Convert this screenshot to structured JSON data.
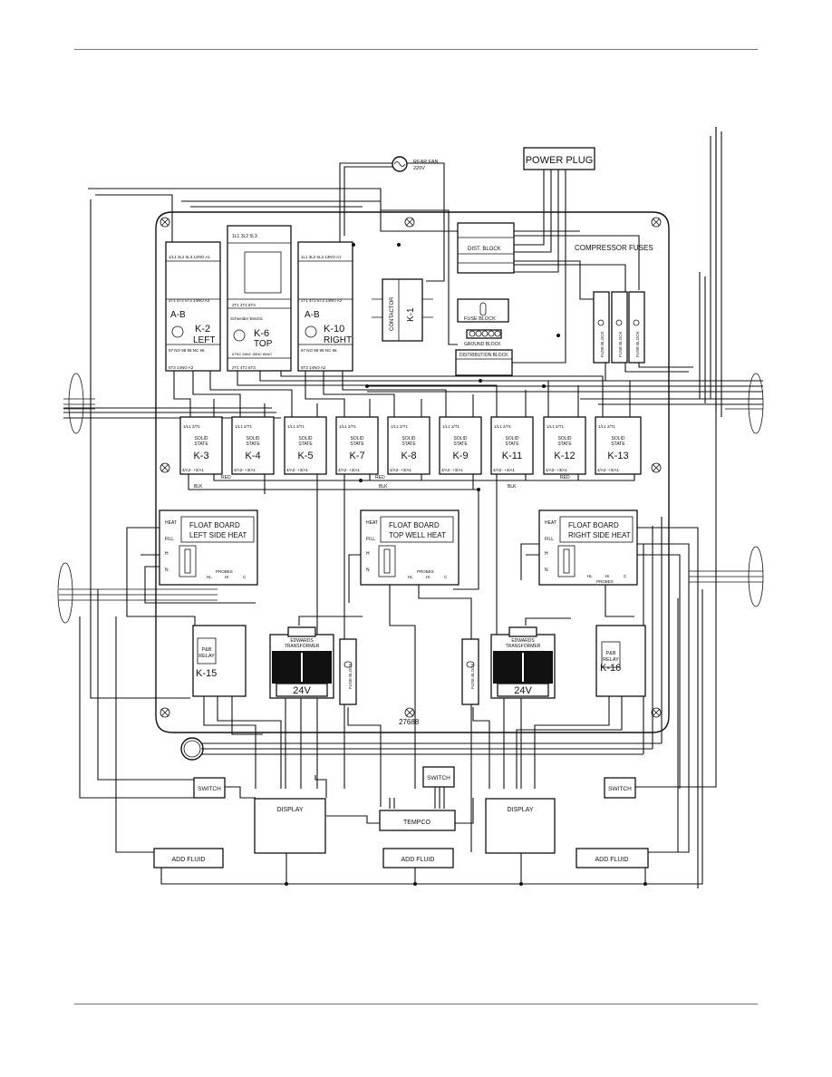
{
  "labels": {
    "power_plug": "POWER PLUG",
    "rear_fan_1": "REAR FAN",
    "rear_fan_2": "220V",
    "compressor_fuses": "COMPRESSOR FUSES",
    "dist_block": "DIST. BLOCK",
    "contactor": "CONTACTOR",
    "k1": "K-1",
    "fuse_block": "FUSE BLOCK",
    "ground_block": "GROUND BLOCK",
    "distribution_block": "DISTRIBUTION BLOCK",
    "fuse_block_vertical": "FUSE BLOCK",
    "drawing_number": "27688"
  },
  "contactors": [
    {
      "ab": "A-B",
      "name": "K-2",
      "side": "LEFT",
      "top_terms": "1/L1 3L2 5L3 13NO A1",
      "mid_terms": "2T1 4T2 6T3 14NO A2",
      "bot_terms": "97 NO 98 95 NC 96",
      "foot_terms": "6T3 14NO A2"
    },
    {
      "ab": "",
      "name": "K-6",
      "side": "TOP",
      "top_terms": "1L1 3L2 5L3",
      "mid_terms": "2T1 4T2 6T3",
      "bot_terms": "67NC 68NC 85NC 86NC",
      "foot_terms": "2T1 4T2 6T3",
      "brand": "Schneider Electric"
    },
    {
      "ab": "A-B",
      "name": "K-10",
      "side": "RIGHT",
      "top_terms": "1L1 3L2 5L3 13NO A1",
      "mid_terms": "2T1 4T2 6T3 14NO A2",
      "bot_terms": "97 NO 98 95 NC 96",
      "foot_terms": "6T3 14NO A2"
    }
  ],
  "solid_state_relays": [
    {
      "name": "K-3",
      "line1": "SOLID",
      "line2": "STATE",
      "top": "1/L1 2/T1",
      "bottom": "4/A2- +3/A1"
    },
    {
      "name": "K-4",
      "line1": "SOLID",
      "line2": "STATE",
      "top": "1/L1 2/T1",
      "bottom": "4/A2- +3/A1"
    },
    {
      "name": "K-5",
      "line1": "SOLID",
      "line2": "STATE",
      "top": "1/L1 2/T1",
      "bottom": "4/A2- +3/A1"
    },
    {
      "name": "K-7",
      "line1": "SOLID",
      "line2": "STATE",
      "top": "1/L1 2/T1",
      "bottom": "4/A2- +3/A1"
    },
    {
      "name": "K-8",
      "line1": "SOLID",
      "line2": "STATE",
      "top": "1/L1 2/T1",
      "bottom": "4/A2- +3/A1"
    },
    {
      "name": "K-9",
      "line1": "SOLID",
      "line2": "STATE",
      "top": "1/L1 2/T1",
      "bottom": "4/A2- +3/A1"
    },
    {
      "name": "K-11",
      "line1": "SOLID",
      "line2": "STATE",
      "top": "1/L1 2/T1",
      "bottom": "4/A2- +3/A1"
    },
    {
      "name": "K-12",
      "line1": "SOLID",
      "line2": "STATE",
      "top": "1/L1 2/T1",
      "bottom": "4/A2- +3/A1"
    },
    {
      "name": "K-13",
      "line1": "SOLID",
      "line2": "STATE",
      "top": "1/L1 2/T1",
      "bottom": "4/A2- +3/A1"
    }
  ],
  "wire_tags": {
    "red": "RED",
    "blk": "BLK"
  },
  "float_boards": [
    {
      "line1": "FLOAT BOARD",
      "line2": "LEFT SIDE HEAT",
      "t1": "HEAT",
      "t2": "FILL",
      "t3": "H",
      "t4": "N",
      "probes": "PROBES",
      "p1": "HL",
      "p2": "HI",
      "p3": "C"
    },
    {
      "line1": "FLOAT BOARD",
      "line2": "TOP WELL HEAT",
      "t1": "HEAT",
      "t2": "FILL",
      "t3": "H",
      "t4": "N",
      "probes": "PROBES",
      "p1": "HL",
      "p2": "HI",
      "p3": "C"
    },
    {
      "line1": "FLOAT BOARD",
      "line2": "RIGHT SIDE HEAT",
      "t1": "HEAT",
      "t2": "FILL",
      "t3": "H",
      "t4": "N",
      "probes": "PROBES",
      "p1": "HL",
      "p2": "HI",
      "p3": "C"
    }
  ],
  "pb_relays": [
    {
      "line1": "P&B",
      "line2": "RELAY",
      "name": "K-15"
    },
    {
      "line1": "P&B",
      "line2": "RELAY",
      "name": "K-16"
    }
  ],
  "transformers": [
    {
      "line1": "EDWARDS",
      "line2": "TRANSFORMER",
      "voltage": "24V"
    },
    {
      "line1": "EDWARDS",
      "line2": "TRANSFORMER",
      "voltage": "24V"
    }
  ],
  "controls": {
    "switch": "SWITCH",
    "display": "DISPLAY",
    "tempco": "TEMPCO",
    "add_fluid": "ADD FLUID"
  }
}
